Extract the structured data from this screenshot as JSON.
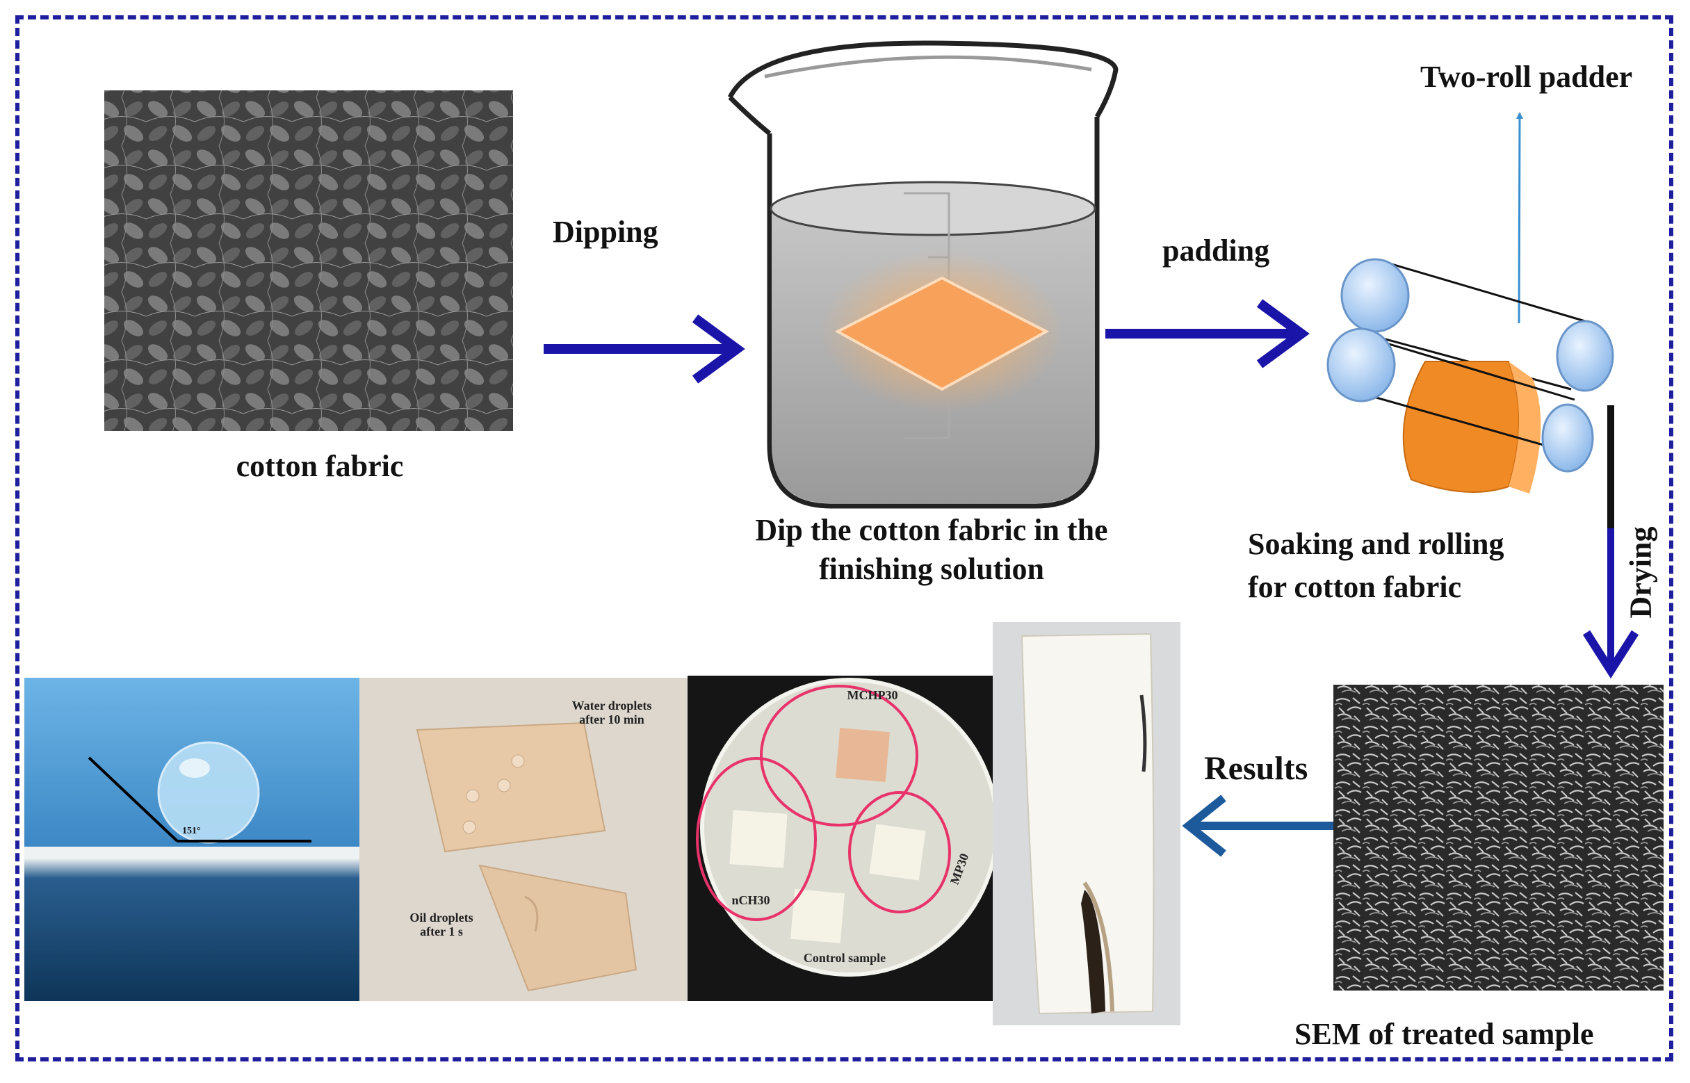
{
  "labels": {
    "cotton_fabric": "cotton fabric",
    "dipping": "Dipping",
    "dip_caption_1": "Dip the cotton fabric in the",
    "dip_caption_2": "finishing solution",
    "padding": "padding",
    "padder": "Two-roll padder",
    "soaking_1": "Soaking and rolling",
    "soaking_2": "for cotton fabric",
    "drying": "Drying",
    "results": "Results",
    "sem": "SEM of treated sample"
  },
  "photo_labels": {
    "water": "Water droplets",
    "water2": "after 10 min",
    "oil": "Oil droplets",
    "oil2": "after 1 s",
    "mchp": "MCHP30",
    "nch": "nCH30",
    "mp": "MP30",
    "control": "Control sample",
    "angle": "151°"
  },
  "colors": {
    "frame": "#1f1f9e",
    "arrow": "#1a14a8",
    "results_arrow": "#1d5a9c",
    "fabric_orange": "#f08a24"
  }
}
